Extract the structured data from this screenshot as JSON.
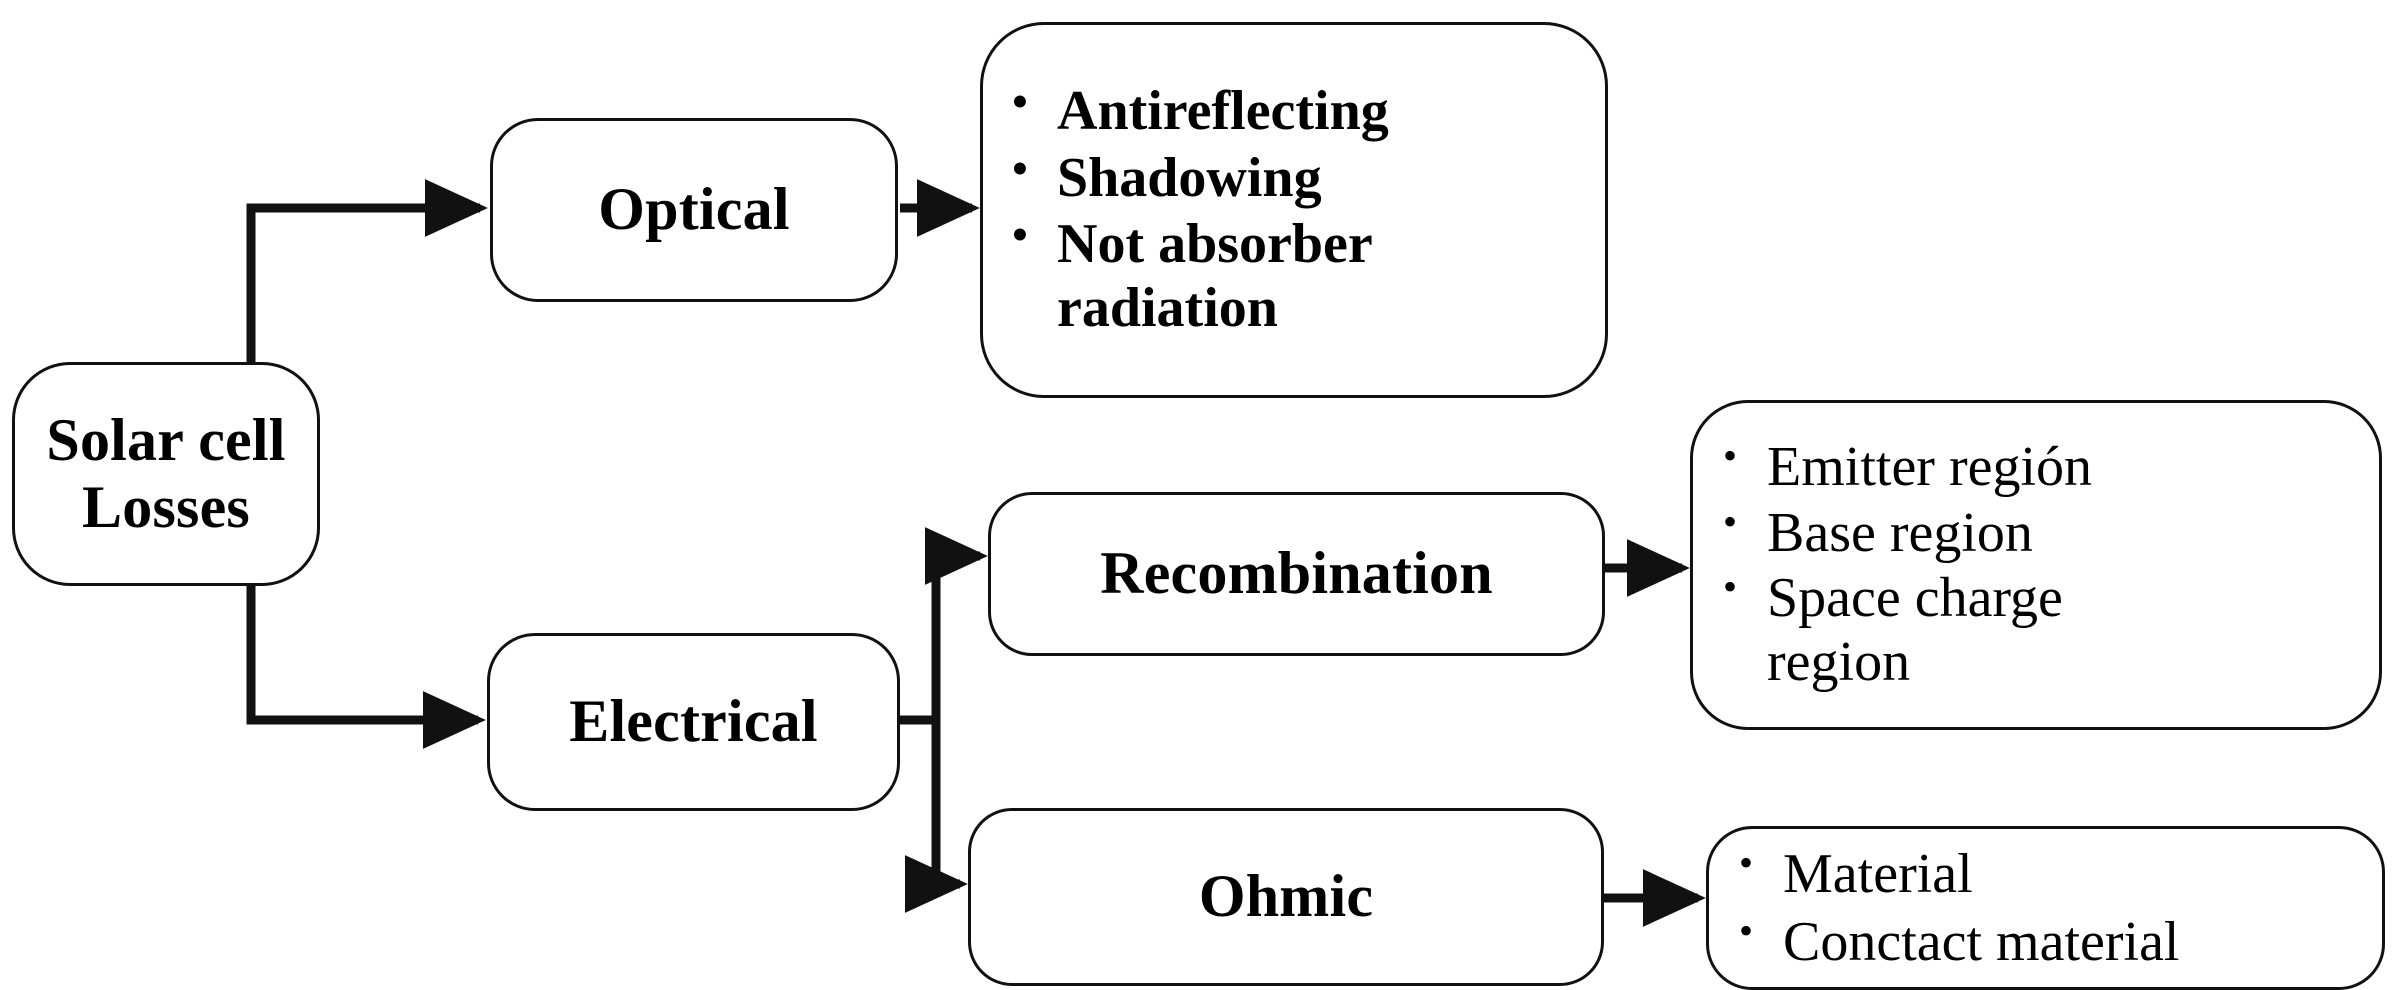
{
  "diagram": {
    "title": "Solar cell Losses",
    "nodes": {
      "root": {
        "label": "Solar cell\nLosses"
      },
      "optical": {
        "label": "Optical"
      },
      "electrical": {
        "label": "Electrical"
      },
      "recombination": {
        "label": "Recombination"
      },
      "ohmic": {
        "label": "Ohmic"
      }
    },
    "lists": {
      "optical_losses": {
        "bullet": "•",
        "items": [
          "Antireflecting",
          "Shadowing",
          "Not absorber\nradiation"
        ]
      },
      "recombination_regions": {
        "bullet": "•",
        "items": [
          "Emitter región",
          "Base region",
          "Space charge\nregion"
        ]
      },
      "ohmic_losses": {
        "bullet": "•",
        "items": [
          "Material",
          "Conctact  material"
        ]
      }
    },
    "edges": [
      {
        "from": "root",
        "to": "optical",
        "style": "elbow-up-arrow"
      },
      {
        "from": "optical",
        "to": "optical_losses",
        "style": "straight-arrow"
      },
      {
        "from": "root",
        "to": "electrical",
        "style": "elbow-down-arrow"
      },
      {
        "from": "electrical",
        "to": "recombination",
        "style": "split-up-arrow"
      },
      {
        "from": "electrical",
        "to": "ohmic",
        "style": "split-down-arrow"
      },
      {
        "from": "recombination",
        "to": "recombination_regions",
        "style": "straight-arrow"
      },
      {
        "from": "ohmic",
        "to": "ohmic_losses",
        "style": "straight-arrow"
      }
    ],
    "colors": {
      "background": "#ffffff",
      "stroke": "#111111",
      "text": "#000000"
    }
  }
}
